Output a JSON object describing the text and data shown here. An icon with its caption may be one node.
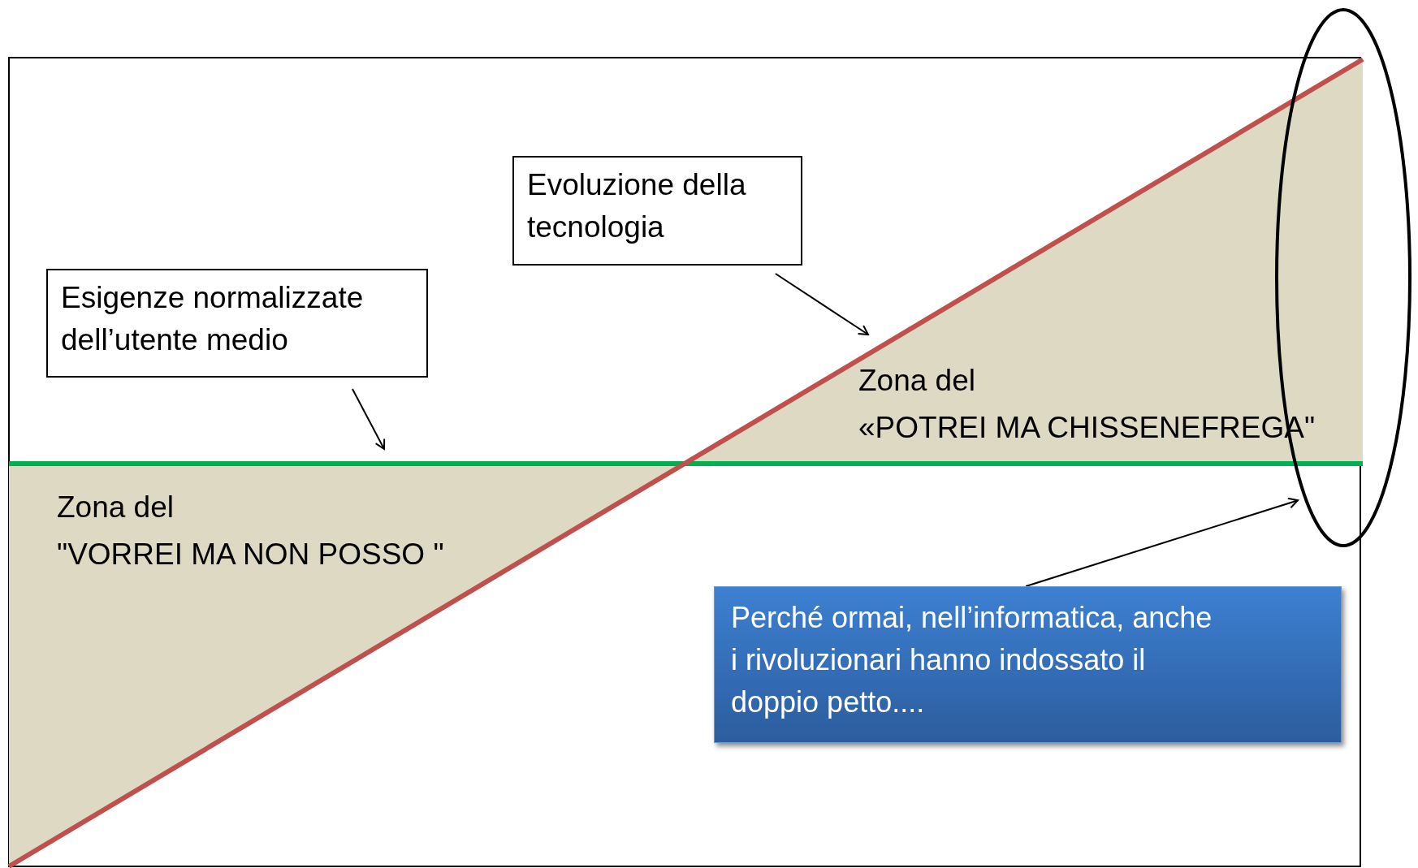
{
  "diagram": {
    "nodes": [
      {
        "text": [
          "Esigenze normalizzate dell’utente medio"
        ]
      },
      {
        "text": [
          "Evoluzione della tecnologia"
        ]
      },
      {
        "text": [
          "Perché ormai, nell’informatica, anche i rivoluzionari hanno indossato il doppio petto...."
        ]
      },
      {
        "text": [],
        "shape": "ellipse"
      }
    ],
    "edges": [
      {
        "from": 0,
        "to": null,
        "arrow": "to"
      },
      {
        "from": 1,
        "to": null,
        "arrow": "to"
      },
      {
        "from": 2,
        "to": 3,
        "arrow": "to"
      }
    ],
    "labels": [
      "Zona del",
      "\"VORREI MA NON POSSO \"",
      "Zona del",
      "«POTREI MA CHISSENEFREGA\""
    ]
  }
}
